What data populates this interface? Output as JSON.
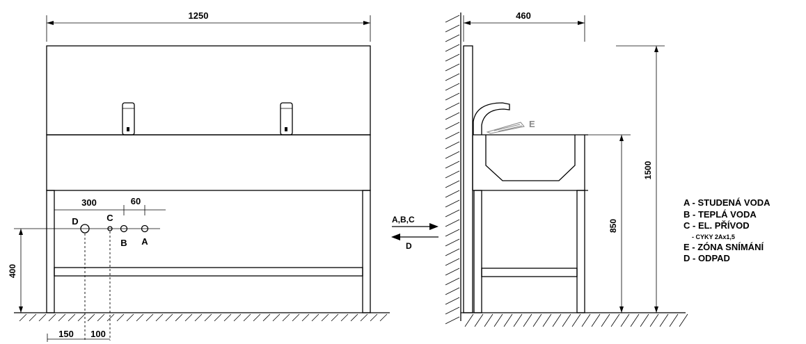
{
  "front_view": {
    "width_dim": "1250",
    "spacing_300": "300",
    "spacing_60": "60",
    "height_400": "400",
    "offset_150": "150",
    "offset_100": "100",
    "point_labels": {
      "d": "D",
      "c": "C",
      "b": "B",
      "a": "A"
    }
  },
  "side_view": {
    "depth_dim": "460",
    "height_850": "850",
    "height_1500": "1500",
    "sensor_label": "E",
    "arrow_in_label": "A,B,C",
    "arrow_out_label": "D"
  },
  "legend": {
    "a": "A - STUDENÁ VODA",
    "b": "B - TEPLÁ VODA",
    "c": "C - EL. PŘÍVOD",
    "c_sub": "- CYKY 2Ax1,5",
    "e": "E - ZÓNA SNÍMÁNÍ",
    "d": "D - ODPAD"
  },
  "colors": {
    "line": "#000000",
    "sensor": "#888888",
    "background": "#ffffff"
  }
}
